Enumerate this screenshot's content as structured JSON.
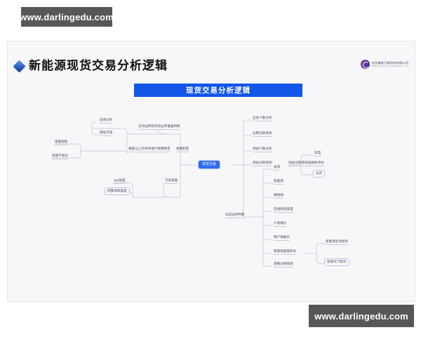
{
  "watermark": {
    "top": "www.darlingedu.com",
    "bottom": "www.darlingedu.com"
  },
  "slide": {
    "title": "新能源现货交易分析逻辑",
    "bullet_icon": "diamond-bullet-icon",
    "brand": {
      "logo_icon": "company-logo-icon",
      "name_cn": "北京美能互联科技有限公司",
      "name_en": "Beijing Palmenergy Technology Co.,Ltd."
    }
  },
  "mindmap": {
    "title": "现货交易分析逻辑",
    "root": "现货交易",
    "left": {
      "n_qianjing": "前景分析",
      "n_duqiao": "度经济源",
      "n_shishi": "实时边界和日前边界偏差判断",
      "n_xianliang_guihua": "限量规划",
      "n_xianliang_buxian": "限量不限价",
      "n_genju": "根据以上的条件进行策略制定",
      "n_celue": "策略制定",
      "n_ops": "ops复盘",
      "n_jiesuan": "结算清单复盘",
      "n_jiaoyi": "交易复盘"
    },
    "right_top": {
      "n_quansheng_qixiang": "全省气象分析",
      "n_quanwang_gonglv": "全网功率预测",
      "n_changzhan_qixiang": "场站气象分析",
      "n_changzhan_gonglv": "场站功率预测",
      "n_changzhan_zhunque": "场站功率预测准确性评估",
      "n_fengdian": "风电",
      "n_guangfu": "光伏"
    },
    "right_bottom": {
      "n_riqian": "日前边界判断",
      "n_shengjian": "省间",
      "n_xinnengyuan": "新能源",
      "n_lianluoxian": "联络线",
      "n_zaixian": "在线机组容量",
      "n_huodian": "火电报价",
      "n_yonghuce": "用户侧报价",
      "n_rongliang_sunshi": "新能源容量损失",
      "n_zhudong_taoli": "新能源主动套利",
      "n_jiduan_tianqi": "极端天气影响",
      "n_jishu_fenjie": "基数分解预测"
    }
  },
  "colors": {
    "accent": "#1356e8",
    "root": "#2f6bf0",
    "watermark_bg": "#575757",
    "canvas": "#f7f7fa"
  }
}
